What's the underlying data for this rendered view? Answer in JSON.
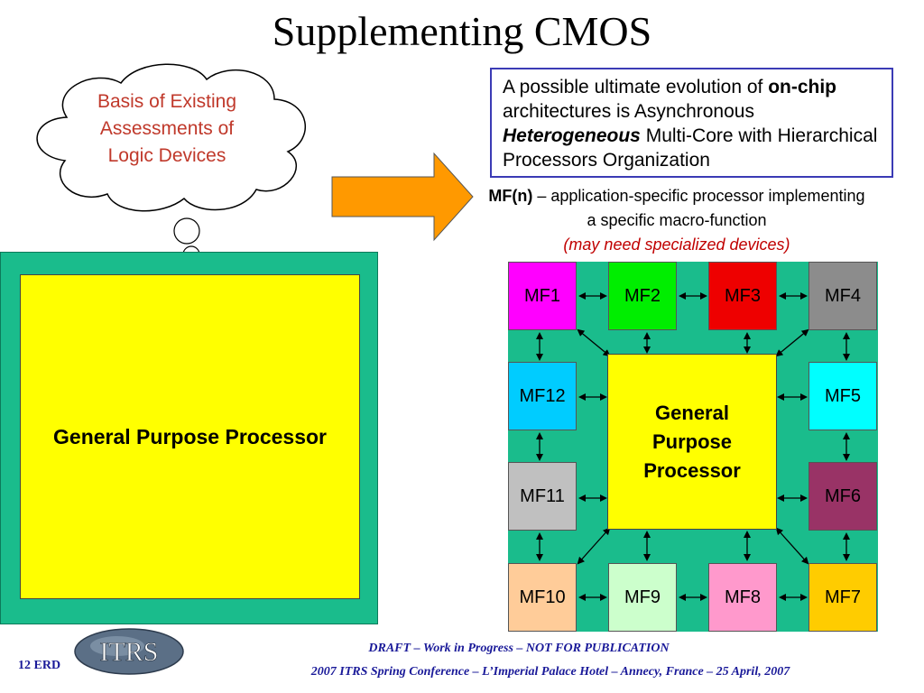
{
  "title": "Supplementing CMOS",
  "cloud": {
    "lines": [
      "Basis of Existing",
      "Assessments of",
      "Logic Devices"
    ]
  },
  "big_processor": {
    "label": "General Purpose Processor"
  },
  "evolution": {
    "part1": "A possible ultimate evolution of ",
    "bold1": "on-chip",
    "part2": " architectures is Asynchronous ",
    "bold_italic": "Heterogeneous",
    "part3": " Multi-Core with Hierarchical Processors Organization"
  },
  "mf_description": {
    "term": "MF(n)",
    "text": " – application-specific processor implementing a specific macro-function",
    "note_open": "(",
    "note": "may need specialized devices)"
  },
  "small_processor": {
    "lines": [
      "General",
      "Purpose",
      "Processor"
    ]
  },
  "modules": [
    {
      "label": "MF1",
      "color": "#ff00ff"
    },
    {
      "label": "MF2",
      "color": "#00ee00"
    },
    {
      "label": "MF3",
      "color": "#ee0000"
    },
    {
      "label": "MF4",
      "color": "#8c8c8c"
    },
    {
      "label": "MF5",
      "color": "#00ffff"
    },
    {
      "label": "MF6",
      "color": "#993366"
    },
    {
      "label": "MF7",
      "color": "#ffcc00"
    },
    {
      "label": "MF8",
      "color": "#ff99cc"
    },
    {
      "label": "MF9",
      "color": "#ccffcc"
    },
    {
      "label": "MF10",
      "color": "#ffcc99"
    },
    {
      "label": "MF11",
      "color": "#c0c0c0"
    },
    {
      "label": "MF12",
      "color": "#00ccff"
    }
  ],
  "footer": {
    "slide_number": "12 ERD",
    "logo_text": "ITRS",
    "draft": "DRAFT – Work in Progress – NOT FOR PUBLICATION",
    "conference": "2007 ITRS Spring Conference – L’Imperial Palace Hotel – Annecy, France – 25 April, 2007"
  },
  "colors": {
    "board": "#1abc8c",
    "processor": "#ffff00",
    "arrow": "#ff9900",
    "footer_text": "#1a1a99"
  }
}
